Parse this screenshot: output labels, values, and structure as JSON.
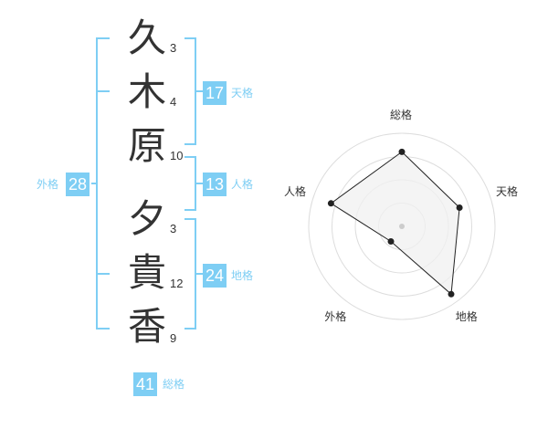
{
  "colors": {
    "accent": "#7ecef4",
    "bracket": "#7ecef4",
    "text": "#333333",
    "radar_fill": "#f0f0f0",
    "radar_grid": "#dddddd",
    "radar_line": "#222222"
  },
  "name": {
    "characters": [
      {
        "char": "久",
        "strokes": "3"
      },
      {
        "char": "木",
        "strokes": "4"
      },
      {
        "char": "原",
        "strokes": "10"
      },
      {
        "char": "夕",
        "strokes": "3"
      },
      {
        "char": "貴",
        "strokes": "12"
      },
      {
        "char": "香",
        "strokes": "9"
      }
    ]
  },
  "fortunes": {
    "tenkaku": {
      "value": "17",
      "label": "天格"
    },
    "jinkaku": {
      "value": "13",
      "label": "人格"
    },
    "chikaku": {
      "value": "24",
      "label": "地格"
    },
    "gaikaku": {
      "value": "28",
      "label": "外格"
    },
    "soukaku": {
      "value": "41",
      "label": "総格"
    }
  },
  "chart_data": {
    "type": "radar",
    "axes": [
      "総格",
      "天格",
      "地格",
      "外格",
      "人格"
    ],
    "values": [
      0.8,
      0.65,
      0.9,
      0.2,
      0.8
    ],
    "range": [
      0,
      1
    ],
    "rings": 4
  }
}
